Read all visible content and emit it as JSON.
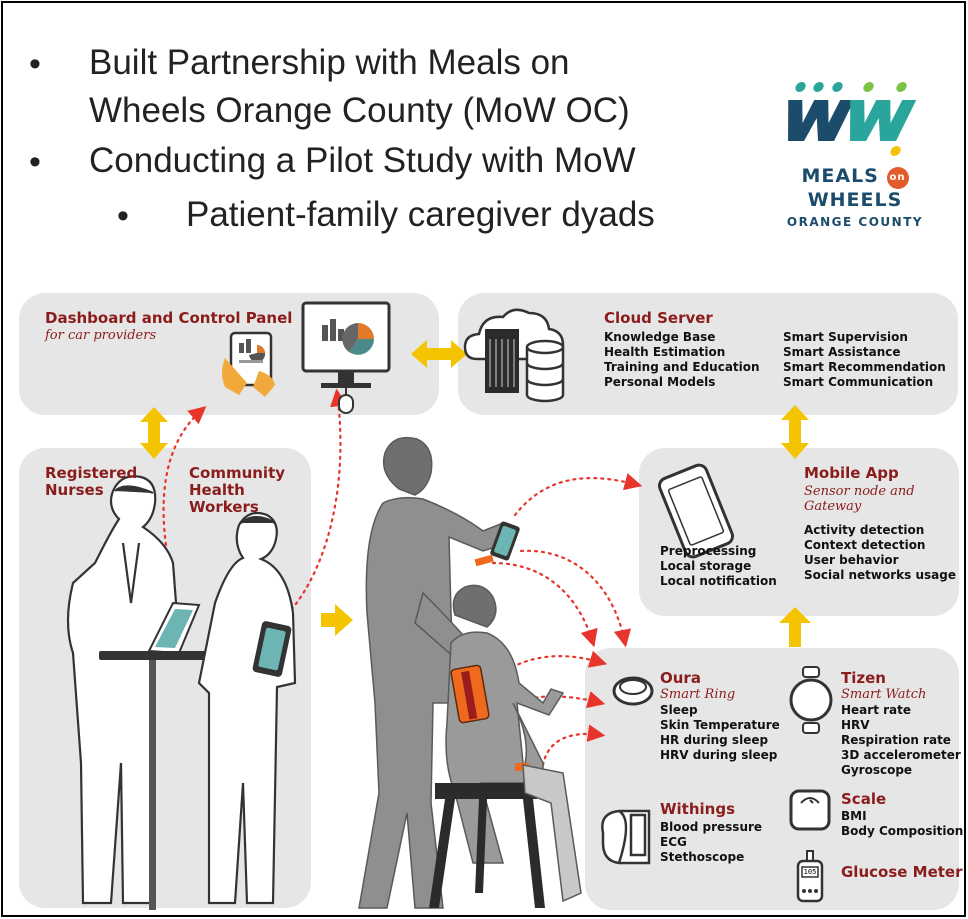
{
  "bullets": [
    {
      "level": 1,
      "lines": [
        "Built Partnership with Meals on",
        "Wheels Orange County (MoW OC)"
      ]
    },
    {
      "level": 1,
      "lines": [
        "Conducting a Pilot Study with MoW"
      ]
    },
    {
      "level": 2,
      "lines": [
        "Patient-family caregiver dyads"
      ]
    }
  ],
  "logo": {
    "name": "MEALS",
    "on": "on",
    "wheels": "WHEELS",
    "county": "ORANGE COUNTY",
    "colors": [
      "#2aa59b",
      "#7cc243",
      "#1b4c6b",
      "#f4c20d"
    ]
  },
  "dashboard": {
    "title": "Dashboard and Control Panel",
    "subtitle": "for car providers"
  },
  "cloud": {
    "title": "Cloud Server",
    "left": [
      "Knowledge Base",
      "Health Estimation",
      "Training and Education",
      "Personal Models"
    ],
    "right": [
      "Smart Supervision",
      "Smart Assistance",
      "Smart Recommendation",
      "Smart  Communication"
    ]
  },
  "people": {
    "nurses": "Registered\nNurses",
    "chw": "Community\nHealth\nWorkers"
  },
  "mobile": {
    "title": "Mobile App",
    "subtitle": "Sensor node and\nGateway",
    "right": [
      "Activity detection",
      "Context detection",
      "User behavior",
      "Social networks usage"
    ],
    "left": [
      "Preprocessing",
      "Local storage",
      "Local notification"
    ]
  },
  "devices": {
    "oura": {
      "title": "Oura",
      "subtitle": "Smart Ring",
      "items": [
        "Sleep",
        "Skin Temperature",
        "HR during sleep",
        "HRV during sleep"
      ]
    },
    "tizen": {
      "title": "Tizen",
      "subtitle": "Smart Watch",
      "items": [
        "Heart rate",
        "HRV",
        "Respiration rate",
        "3D accelerometer",
        "Gyroscope"
      ]
    },
    "withings": {
      "title": "Withings",
      "items": [
        "Blood pressure",
        "ECG",
        "Stethoscope"
      ]
    },
    "scale": {
      "title": "Scale",
      "items": [
        "BMI",
        "Body Composition"
      ]
    },
    "glucose": {
      "title": "Glucose Meter",
      "display": "105"
    }
  },
  "colors": {
    "title_red": "#8b1c1c",
    "arrow_yellow": "#f5c400",
    "dotted_red": "#e8352b",
    "panel_gray": "#e6e6e6",
    "figure_gray": "#8f8f8f",
    "band_orange": "#ef6a1f"
  }
}
